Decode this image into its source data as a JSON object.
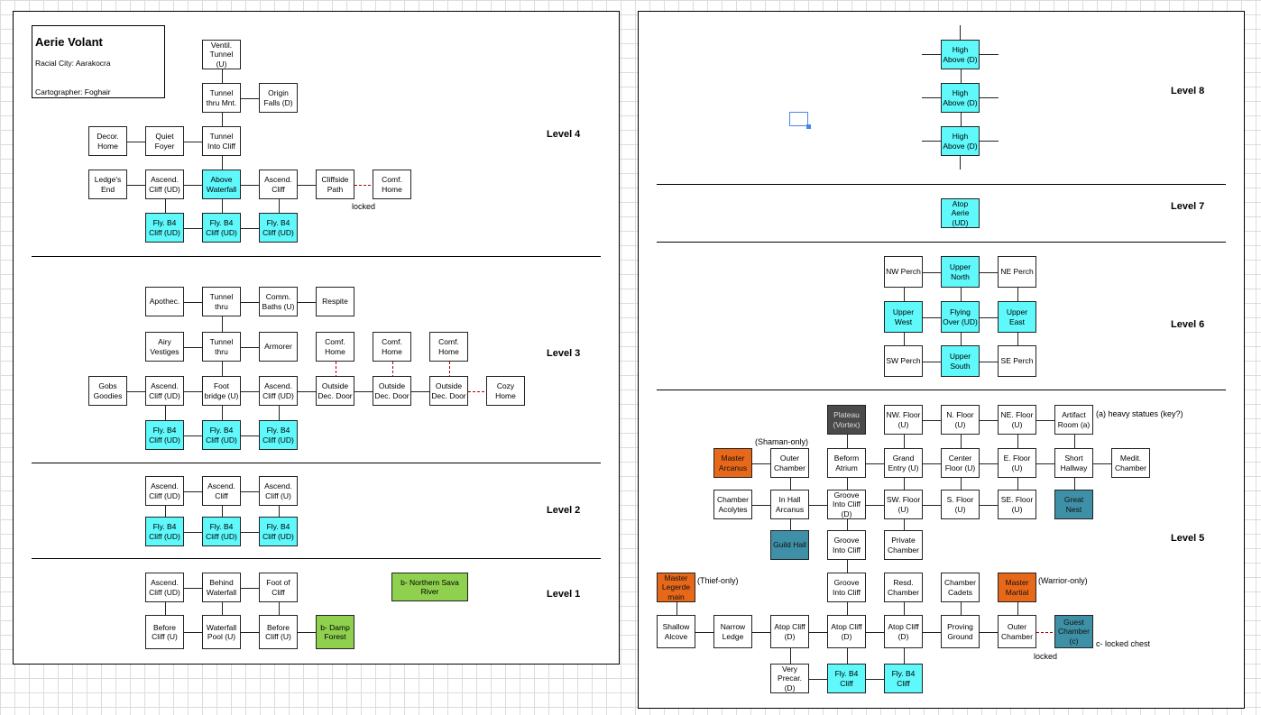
{
  "title": {
    "name": "Aerie Volant",
    "subtitle": "Racial City: Aarakocra",
    "cartographer": "Cartographer: Foghair"
  },
  "colors": {
    "plain": "#ffffff",
    "cyan": "#5ff8fb",
    "green": "#8fd14f",
    "orange": "#e8681a",
    "teal": "#3e90a6",
    "dark": "#4a4a4a",
    "line": "#222222",
    "locked": "#b00000"
  },
  "levels": [
    {
      "id": "l4",
      "label": "Level 4"
    },
    {
      "id": "l3",
      "label": "Level 3"
    },
    {
      "id": "l2",
      "label": "Level 2"
    },
    {
      "id": "l1",
      "label": "Level 1"
    },
    {
      "id": "l8",
      "label": "Level 8"
    },
    {
      "id": "l7",
      "label": "Level 7"
    },
    {
      "id": "l6",
      "label": "Level 6"
    },
    {
      "id": "l5",
      "label": "Level 5"
    }
  ],
  "rooms": [
    {
      "id": "l4_vent",
      "label": "Ventil. Tunnel (U)",
      "color": "plain"
    },
    {
      "id": "l4_tmnt",
      "label": "Tunnel thru Mnt.",
      "color": "plain"
    },
    {
      "id": "l4_origin",
      "label": "Origin Falls (D)",
      "color": "plain"
    },
    {
      "id": "l4_decor",
      "label": "Decor. Home",
      "color": "plain"
    },
    {
      "id": "l4_quiet",
      "label": "Quiet Foyer",
      "color": "plain"
    },
    {
      "id": "l4_tcliff",
      "label": "Tunnel Into Cliff",
      "color": "plain"
    },
    {
      "id": "l4_ledge",
      "label": "Ledge's End",
      "color": "plain"
    },
    {
      "id": "l4_asc1",
      "label": "Ascend. Cliff (UD)",
      "color": "plain"
    },
    {
      "id": "l4_above",
      "label": "Above Waterfall",
      "color": "cyan"
    },
    {
      "id": "l4_asc2",
      "label": "Ascend. Cliff",
      "color": "plain"
    },
    {
      "id": "l4_cpath",
      "label": "Cliffside Path",
      "color": "plain"
    },
    {
      "id": "l4_comf",
      "label": "Comf. Home",
      "color": "plain"
    },
    {
      "id": "l4_fly1",
      "label": "Fly. B4 Cliff (UD)",
      "color": "cyan"
    },
    {
      "id": "l4_fly2",
      "label": "Fly. B4 Cliff (UD)",
      "color": "cyan"
    },
    {
      "id": "l4_fly3",
      "label": "Fly. B4 Cliff (UD)",
      "color": "cyan"
    },
    {
      "id": "l3_apoth",
      "label": "Apothec.",
      "color": "plain"
    },
    {
      "id": "l3_tthru1",
      "label": "Tunnel thru",
      "color": "plain"
    },
    {
      "id": "l3_baths",
      "label": "Comm. Baths (U)",
      "color": "plain"
    },
    {
      "id": "l3_respite",
      "label": "Respite",
      "color": "plain"
    },
    {
      "id": "l3_airy",
      "label": "Airy Vestiges",
      "color": "plain"
    },
    {
      "id": "l3_tthru2",
      "label": "Tunnel thru",
      "color": "plain"
    },
    {
      "id": "l3_armorer",
      "label": "Armorer",
      "color": "plain"
    },
    {
      "id": "l3_comf1",
      "label": "Comf. Home",
      "color": "plain"
    },
    {
      "id": "l3_comf2",
      "label": "Comf. Home",
      "color": "plain"
    },
    {
      "id": "l3_comf3",
      "label": "Comf. Home",
      "color": "plain"
    },
    {
      "id": "l3_gobs",
      "label": "Gobs Goodies",
      "color": "plain"
    },
    {
      "id": "l3_asc1",
      "label": "Ascend. Cliff (UD)",
      "color": "plain"
    },
    {
      "id": "l3_foot",
      "label": "Foot bridge (U)",
      "color": "plain"
    },
    {
      "id": "l3_asc2",
      "label": "Ascend. Cliff (UD)",
      "color": "plain"
    },
    {
      "id": "l3_door1",
      "label": "Outside Dec. Door",
      "color": "plain"
    },
    {
      "id": "l3_door2",
      "label": "Outside Dec. Door",
      "color": "plain"
    },
    {
      "id": "l3_door3",
      "label": "Outside Dec. Door",
      "color": "plain"
    },
    {
      "id": "l3_cozy",
      "label": "Cozy Home",
      "color": "plain"
    },
    {
      "id": "l3_fly1",
      "label": "Fly. B4 Cliff (UD)",
      "color": "cyan"
    },
    {
      "id": "l3_fly2",
      "label": "Fly. B4 Cliff (UD)",
      "color": "cyan"
    },
    {
      "id": "l3_fly3",
      "label": "Fly. B4 Cliff (UD)",
      "color": "cyan"
    },
    {
      "id": "l2_asc1",
      "label": "Ascend. Cliff (UD)",
      "color": "plain"
    },
    {
      "id": "l2_asc2",
      "label": "Ascend. Cliff",
      "color": "plain"
    },
    {
      "id": "l2_asc3",
      "label": "Ascend. Cliff (U)",
      "color": "plain"
    },
    {
      "id": "l2_fly1",
      "label": "Fly. B4 Cliff (UD)",
      "color": "cyan"
    },
    {
      "id": "l2_fly2",
      "label": "Fly. B4 Cliff (UD)",
      "color": "cyan"
    },
    {
      "id": "l2_fly3",
      "label": "Fly. B4 Cliff (UD)",
      "color": "cyan"
    },
    {
      "id": "l1_asc",
      "label": "Ascend. Cliff (UD)",
      "color": "plain"
    },
    {
      "id": "l1_behind",
      "label": "Behind Waterfall",
      "color": "plain"
    },
    {
      "id": "l1_footc",
      "label": "Foot of Cliff",
      "color": "plain"
    },
    {
      "id": "l1_sava",
      "label": "b- Northern Sava River",
      "color": "green"
    },
    {
      "id": "l1_before1",
      "label": "Before Cliff (U)",
      "color": "plain"
    },
    {
      "id": "l1_pool",
      "label": "Waterfall Pool (U)",
      "color": "plain"
    },
    {
      "id": "l1_before2",
      "label": "Before Cliff (U)",
      "color": "plain"
    },
    {
      "id": "l1_damp",
      "label": "b- Damp Forest",
      "color": "green"
    },
    {
      "id": "l8_high1",
      "label": "High Above (D)",
      "color": "cyan"
    },
    {
      "id": "l8_high2",
      "label": "High Above (D)",
      "color": "cyan"
    },
    {
      "id": "l8_high3",
      "label": "High Above (D)",
      "color": "cyan"
    },
    {
      "id": "l7_atop",
      "label": "Atop Aerie (UD)",
      "color": "cyan"
    },
    {
      "id": "l6_nw",
      "label": "NW Perch",
      "color": "plain"
    },
    {
      "id": "l6_un",
      "label": "Upper North",
      "color": "cyan"
    },
    {
      "id": "l6_ne",
      "label": "NE Perch",
      "color": "plain"
    },
    {
      "id": "l6_uw",
      "label": "Upper West",
      "color": "cyan"
    },
    {
      "id": "l6_fly",
      "label": "Flying Over (UD)",
      "color": "cyan"
    },
    {
      "id": "l6_ue",
      "label": "Upper East",
      "color": "cyan"
    },
    {
      "id": "l6_sw",
      "label": "SW Perch",
      "color": "plain"
    },
    {
      "id": "l6_us",
      "label": "Upper South",
      "color": "cyan"
    },
    {
      "id": "l6_se",
      "label": "SE Perch",
      "color": "plain"
    },
    {
      "id": "l5_plateau",
      "label": "Plateau (Vortex)",
      "color": "dark"
    },
    {
      "id": "l5_nwf",
      "label": "NW. Floor (U)",
      "color": "plain"
    },
    {
      "id": "l5_nf",
      "label": "N. Floor (U)",
      "color": "plain"
    },
    {
      "id": "l5_nef",
      "label": "NE. Floor (U)",
      "color": "plain"
    },
    {
      "id": "l5_artifact",
      "label": "Artifact Room (a)",
      "color": "plain"
    },
    {
      "id": "l5_marcanus",
      "label": "Master Arcanus",
      "color": "orange"
    },
    {
      "id": "l5_outer1",
      "label": "Outer Chamber",
      "color": "plain"
    },
    {
      "id": "l5_beform",
      "label": "Beform Atrium",
      "color": "plain"
    },
    {
      "id": "l5_grand",
      "label": "Grand Entry (U)",
      "color": "plain"
    },
    {
      "id": "l5_center",
      "label": "Center Floor (U)",
      "color": "plain"
    },
    {
      "id": "l5_ef",
      "label": "E. Floor (U)",
      "color": "plain"
    },
    {
      "id": "l5_short",
      "label": "Short Hallway",
      "color": "plain"
    },
    {
      "id": "l5_medit",
      "label": "Medit. Chamber",
      "color": "plain"
    },
    {
      "id": "l5_acolytes",
      "label": "Chamber Acolytes",
      "color": "plain"
    },
    {
      "id": "l5_inhall",
      "label": "In Hall Arcanus",
      "color": "plain"
    },
    {
      "id": "l5_groove1",
      "label": "Groove Into Cliff (D)",
      "color": "plain"
    },
    {
      "id": "l5_swf",
      "label": "SW. Floor (U)",
      "color": "plain"
    },
    {
      "id": "l5_sf",
      "label": "S. Floor (U)",
      "color": "plain"
    },
    {
      "id": "l5_sef",
      "label": "SE. Floor (U)",
      "color": "plain"
    },
    {
      "id": "l5_greatnest",
      "label": "Great Nest",
      "color": "teal"
    },
    {
      "id": "l5_guild",
      "label": "Guild Hall",
      "color": "teal"
    },
    {
      "id": "l5_groove2",
      "label": "Groove Into Cliff",
      "color": "plain"
    },
    {
      "id": "l5_private",
      "label": "Private Chamber",
      "color": "plain"
    },
    {
      "id": "l5_mlegerde",
      "label": "Master Legerde main",
      "color": "orange"
    },
    {
      "id": "l5_groove3",
      "label": "Groove Into Cliff",
      "color": "plain"
    },
    {
      "id": "l5_resd",
      "label": "Resd. Chamber",
      "color": "plain"
    },
    {
      "id": "l5_cadets",
      "label": "Chamber Cadets",
      "color": "plain"
    },
    {
      "id": "l5_mmartial",
      "label": "Master Martial",
      "color": "orange"
    },
    {
      "id": "l5_shallow",
      "label": "Shallow Alcove",
      "color": "plain"
    },
    {
      "id": "l5_narrow",
      "label": "Narrow Ledge",
      "color": "plain"
    },
    {
      "id": "l5_atop1",
      "label": "Atop Cliff (D)",
      "color": "plain"
    },
    {
      "id": "l5_atop2",
      "label": "Atop Cliff (D)",
      "color": "plain"
    },
    {
      "id": "l5_atop3",
      "label": "Atop Cliff (D)",
      "color": "plain"
    },
    {
      "id": "l5_proving",
      "label": "Proving Ground",
      "color": "plain"
    },
    {
      "id": "l5_outer2",
      "label": "Outer Chamber",
      "color": "plain"
    },
    {
      "id": "l5_guest",
      "label": "Guest Chamber (c)",
      "color": "teal"
    },
    {
      "id": "l5_very",
      "label": "Very Precar. (D)",
      "color": "plain"
    },
    {
      "id": "l5_fly1",
      "label": "Fly. B4 Cliff",
      "color": "cyan"
    },
    {
      "id": "l5_fly2",
      "label": "Fly. B4 Cliff",
      "color": "cyan"
    }
  ],
  "notes": [
    {
      "id": "n_locked1",
      "text": "locked"
    },
    {
      "id": "n_shaman",
      "text": "(Shaman-only)"
    },
    {
      "id": "n_statues",
      "text": "(a) heavy statues (key?)"
    },
    {
      "id": "n_thief",
      "text": "(Thief-only)"
    },
    {
      "id": "n_warrior",
      "text": "(Warrior-only)"
    },
    {
      "id": "n_chest",
      "text": "c- locked chest"
    },
    {
      "id": "n_locked2",
      "text": "locked"
    }
  ],
  "links": [
    [
      "l4_vent",
      "l4_tmnt"
    ],
    [
      "l4_tmnt",
      "l4_origin"
    ],
    [
      "l4_tmnt",
      "l4_tcliff"
    ],
    [
      "l4_decor",
      "l4_quiet"
    ],
    [
      "l4_quiet",
      "l4_tcliff"
    ],
    [
      "l4_tcliff",
      "l4_above"
    ],
    [
      "l4_ledge",
      "l4_asc1"
    ],
    [
      "l4_asc1",
      "l4_above"
    ],
    [
      "l4_above",
      "l4_asc2"
    ],
    [
      "l4_asc2",
      "l4_cpath"
    ],
    [
      "l4_asc1",
      "l4_fly1"
    ],
    [
      "l4_above",
      "l4_fly2"
    ],
    [
      "l4_asc2",
      "l4_fly3"
    ],
    [
      "l4_fly1",
      "l4_fly2"
    ],
    [
      "l4_fly2",
      "l4_fly3"
    ],
    [
      "l3_apoth",
      "l3_tthru1"
    ],
    [
      "l3_tthru1",
      "l3_baths"
    ],
    [
      "l3_baths",
      "l3_respite"
    ],
    [
      "l3_tthru1",
      "l3_tthru2"
    ],
    [
      "l3_airy",
      "l3_tthru2"
    ],
    [
      "l3_tthru2",
      "l3_armorer"
    ],
    [
      "l3_tthru2",
      "l3_foot"
    ],
    [
      "l3_gobs",
      "l3_asc1"
    ],
    [
      "l3_asc1",
      "l3_foot"
    ],
    [
      "l3_foot",
      "l3_asc2"
    ],
    [
      "l3_asc2",
      "l3_door1"
    ],
    [
      "l3_door1",
      "l3_door2"
    ],
    [
      "l3_door2",
      "l3_door3"
    ],
    [
      "l3_asc1",
      "l3_fly1"
    ],
    [
      "l3_foot",
      "l3_fly2"
    ],
    [
      "l3_asc2",
      "l3_fly3"
    ],
    [
      "l3_fly1",
      "l3_fly2"
    ],
    [
      "l3_fly2",
      "l3_fly3"
    ],
    [
      "l2_asc1",
      "l2_asc2"
    ],
    [
      "l2_asc2",
      "l2_asc3"
    ],
    [
      "l2_asc1",
      "l2_fly1"
    ],
    [
      "l2_asc2",
      "l2_fly2"
    ],
    [
      "l2_asc3",
      "l2_fly3"
    ],
    [
      "l2_fly1",
      "l2_fly2"
    ],
    [
      "l2_fly2",
      "l2_fly3"
    ],
    [
      "l1_asc",
      "l1_behind"
    ],
    [
      "l1_behind",
      "l1_footc"
    ],
    [
      "l1_asc",
      "l1_before1"
    ],
    [
      "l1_behind",
      "l1_pool"
    ],
    [
      "l1_footc",
      "l1_before2"
    ],
    [
      "l1_before1",
      "l1_pool"
    ],
    [
      "l1_pool",
      "l1_before2"
    ],
    [
      "l1_before2",
      "l1_damp"
    ],
    [
      "l8_high1",
      "l8_high2"
    ],
    [
      "l8_high2",
      "l8_high3"
    ],
    [
      "l6_nw",
      "l6_un"
    ],
    [
      "l6_un",
      "l6_ne"
    ],
    [
      "l6_uw",
      "l6_fly"
    ],
    [
      "l6_fly",
      "l6_ue"
    ],
    [
      "l6_sw",
      "l6_us"
    ],
    [
      "l6_us",
      "l6_se"
    ],
    [
      "l6_nw",
      "l6_uw"
    ],
    [
      "l6_uw",
      "l6_sw"
    ],
    [
      "l6_un",
      "l6_fly"
    ],
    [
      "l6_fly",
      "l6_us"
    ],
    [
      "l6_ne",
      "l6_ue"
    ],
    [
      "l6_ue",
      "l6_se"
    ],
    [
      "l5_nwf",
      "l5_nf"
    ],
    [
      "l5_nf",
      "l5_nef"
    ],
    [
      "l5_nef",
      "l5_artifact"
    ],
    [
      "l5_marcanus",
      "l5_outer1"
    ],
    [
      "l5_beform",
      "l5_grand"
    ],
    [
      "l5_grand",
      "l5_center"
    ],
    [
      "l5_center",
      "l5_ef"
    ],
    [
      "l5_ef",
      "l5_short"
    ],
    [
      "l5_short",
      "l5_medit"
    ],
    [
      "l5_acolytes",
      "l5_inhall"
    ],
    [
      "l5_inhall",
      "l5_groove1"
    ],
    [
      "l5_groove1",
      "l5_swf"
    ],
    [
      "l5_swf",
      "l5_sf"
    ],
    [
      "l5_sf",
      "l5_sef"
    ],
    [
      "l5_plateau",
      "l5_beform"
    ],
    [
      "l5_beform",
      "l5_groove1"
    ],
    [
      "l5_groove1",
      "l5_groove2"
    ],
    [
      "l5_groove2",
      "l5_groove3"
    ],
    [
      "l5_groove3",
      "l5_atop2"
    ],
    [
      "l5_atop2",
      "l5_fly1"
    ],
    [
      "l5_outer1",
      "l5_inhall"
    ],
    [
      "l5_inhall",
      "l5_guild"
    ],
    [
      "l5_nwf",
      "l5_grand"
    ],
    [
      "l5_grand",
      "l5_swf"
    ],
    [
      "l5_swf",
      "l5_private"
    ],
    [
      "l5_nf",
      "l5_center"
    ],
    [
      "l5_center",
      "l5_sf"
    ],
    [
      "l5_nef",
      "l5_ef"
    ],
    [
      "l5_ef",
      "l5_sef"
    ],
    [
      "l5_artifact",
      "l5_short"
    ],
    [
      "l5_short",
      "l5_greatnest"
    ],
    [
      "l5_resd",
      "l5_atop3"
    ],
    [
      "l5_atop3",
      "l5_fly2"
    ],
    [
      "l5_cadets",
      "l5_proving"
    ],
    [
      "l5_mmartial",
      "l5_outer2"
    ],
    [
      "l5_mlegerde",
      "l5_shallow"
    ],
    [
      "l5_atop1",
      "l5_very"
    ],
    [
      "l5_shallow",
      "l5_narrow"
    ],
    [
      "l5_narrow",
      "l5_atop1"
    ],
    [
      "l5_atop1",
      "l5_atop2"
    ],
    [
      "l5_atop2",
      "l5_atop3"
    ],
    [
      "l5_atop3",
      "l5_proving"
    ],
    [
      "l5_proving",
      "l5_outer2"
    ],
    [
      "l5_very",
      "l5_fly1"
    ],
    [
      "l5_fly1",
      "l5_fly2"
    ]
  ],
  "dashed_links": [
    [
      "l4_cpath",
      "l4_comf"
    ],
    [
      "l3_comf1",
      "l3_door1"
    ],
    [
      "l3_comf2",
      "l3_door2"
    ],
    [
      "l3_comf3",
      "l3_door3"
    ],
    [
      "l3_door3",
      "l3_cozy"
    ],
    [
      "l5_outer2",
      "l5_guest"
    ]
  ]
}
